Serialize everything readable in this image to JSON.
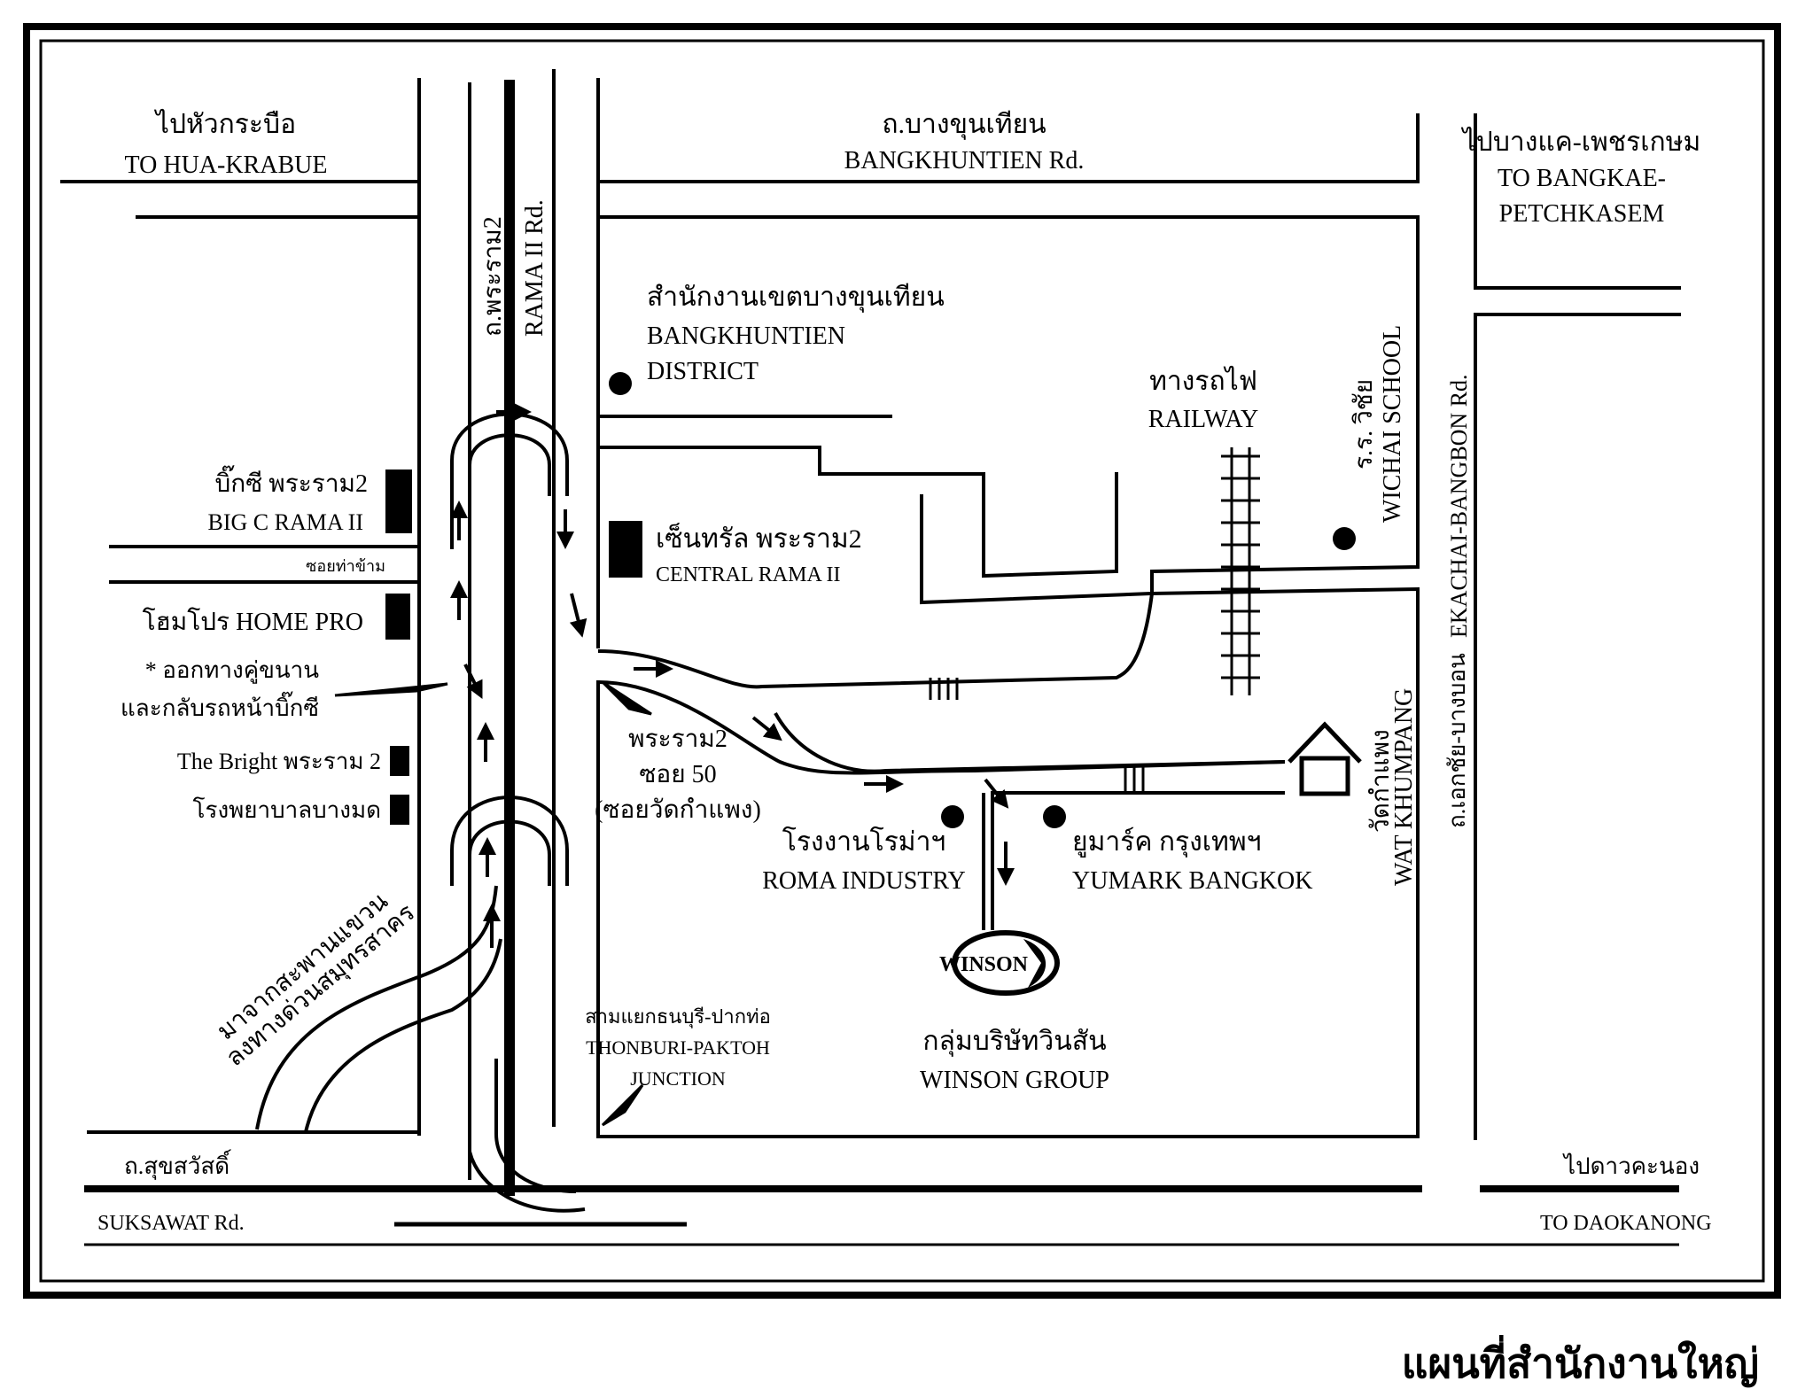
{
  "title": "แผนที่สำนักงานใหญ่",
  "roads": {
    "bangkhuntien_th": "ถ.บางขุนเทียน",
    "bangkhuntien_en": "BANGKHUNTIEN Rd.",
    "rama2_th": "ถ.พระราม2",
    "rama2_en": "RAMA II Rd.",
    "suksawat_th": "ถ.สุขสวัสดิ์",
    "suksawat_en": "SUKSAWAT Rd.",
    "ekachai_th": "ถ.เอกชัย-บางบอน",
    "ekachai_en": "EKACHAI-BANGBON Rd.",
    "soi_tha_kham": "ซอยท่าข้าม",
    "rama2_soi50_line1": "พระราม2",
    "rama2_soi50_line2": "ซอย 50",
    "rama2_soi50_line3": "(ซอยวัดกำแพง)"
  },
  "directions": {
    "hua_krabue_th": "ไปหัวกระบือ",
    "hua_krabue_en": "TO HUA-KRABUE",
    "bangkae_th": "ไปบางแค-เพชรเกษม",
    "bangkae_en1": "TO BANGKAE-",
    "bangkae_en2": "PETCHKASEM",
    "daokanong_th": "ไปดาวคะนอง",
    "daokanong_en": "TO DAOKANONG",
    "from_bridge_line1": "มาจากสะพานแขวน",
    "from_bridge_line2": "ลงทางด่วนสมุทรสาคร",
    "uturn_note_line1": "* ออกทางคู่ขนาน",
    "uturn_note_line2": "และกลับรถหน้าบิ๊กซี",
    "junction_th": "สามแยกธนบุรี-ปากท่อ",
    "junction_en1": "THONBURI-PAKTOH",
    "junction_en2": "JUNCTION"
  },
  "landmarks": {
    "district_th": "สำนักงานเขตบางขุนเทียน",
    "district_en1": "BANGKHUNTIEN",
    "district_en2": "DISTRICT",
    "bigc_th": "บิ๊กซี พระราม2",
    "bigc_en": "BIG C RAMA II",
    "central_th": "เซ็นทรัล พระราม2",
    "central_en": "CENTRAL RAMA II",
    "homepro": "โฮมโปร HOME PRO",
    "the_bright": "The Bright พระราม 2",
    "hospital": "โรงพยาบาลบางมด",
    "railway_th": "ทางรถไฟ",
    "railway_en": "RAILWAY",
    "wichai_th": "ร.ร. วิชัย",
    "wichai_en": "WICHAI SCHOOL",
    "roma_th": "โรงงานโรม่าฯ",
    "roma_en": "ROMA INDUSTRY",
    "yumark_th": "ยูมาร์ค กรุงเทพฯ",
    "yumark_en": "YUMARK BANGKOK",
    "wat_th": "วัดกำแพง",
    "wat_en": "WAT KHUMPANG",
    "winson_logo": "WINSON",
    "winson_th": "กลุ่มบริษัทวินสัน",
    "winson_en": "WINSON GROUP"
  }
}
